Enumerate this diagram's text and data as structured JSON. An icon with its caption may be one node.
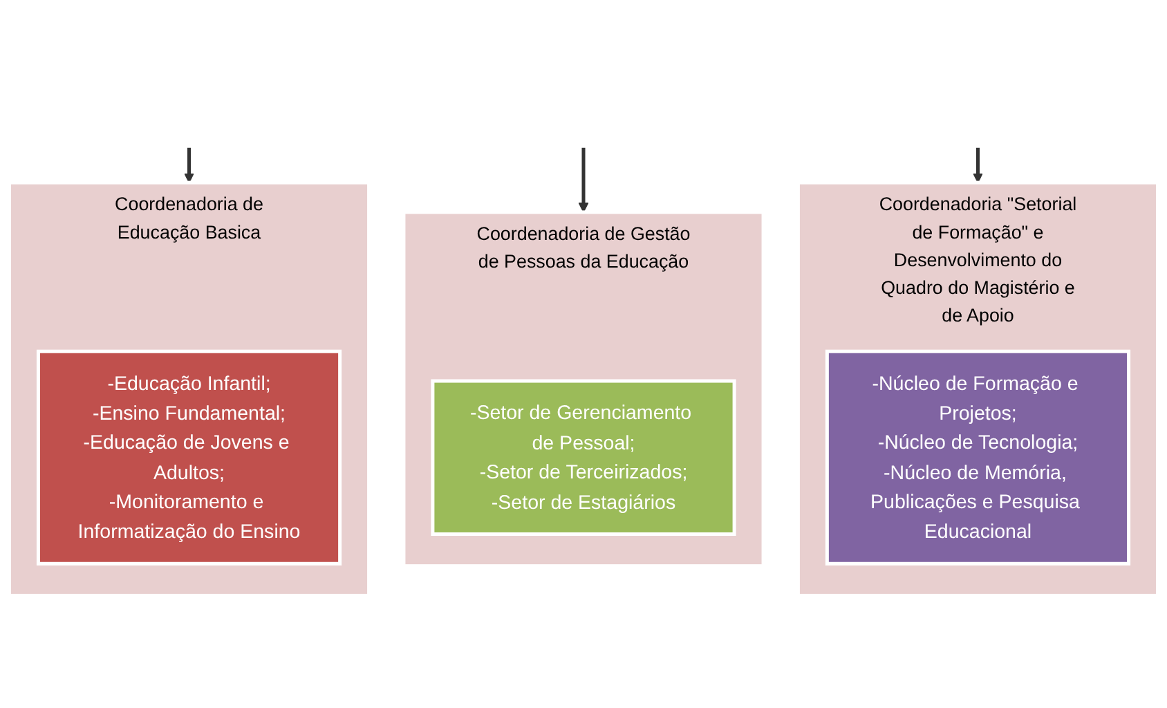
{
  "diagram": {
    "nodes": [
      {
        "text": [
          "Coordenadoria de Educação Basica"
        ]
      },
      {
        "text": [
          "-Educação Infantil;",
          "-Ensino Fundamental;",
          "-Educação de Jovens e Adultos;",
          "-Monitoramento e Informatização do Ensino"
        ],
        "in": 0
      },
      {
        "text": [
          "Coordenadoria de Gestão de Pessoas da Educação"
        ]
      },
      {
        "text": [
          "-Setor de Gerenciamento de Pessoal;",
          "-Setor de Terceirizados;",
          "-Setor de Estagiários"
        ],
        "in": 2
      },
      {
        "text": [
          "Coordenadoria \"Setorial de Formação\" e Desenvolvimento do Quadro do Magistério e de Apoio"
        ]
      },
      {
        "text": [
          "-Núcleo de Formação e Projetos;",
          "-Núcleo de Tecnologia;",
          "-Núcleo de Memória, Publicações e Pesquisa Educacional"
        ],
        "in": 4
      }
    ],
    "edges": [
      {
        "from": null,
        "to": 0,
        "arrow": "to"
      },
      {
        "from": null,
        "to": 2,
        "arrow": "to"
      },
      {
        "from": null,
        "to": 4,
        "arrow": "to"
      }
    ]
  }
}
